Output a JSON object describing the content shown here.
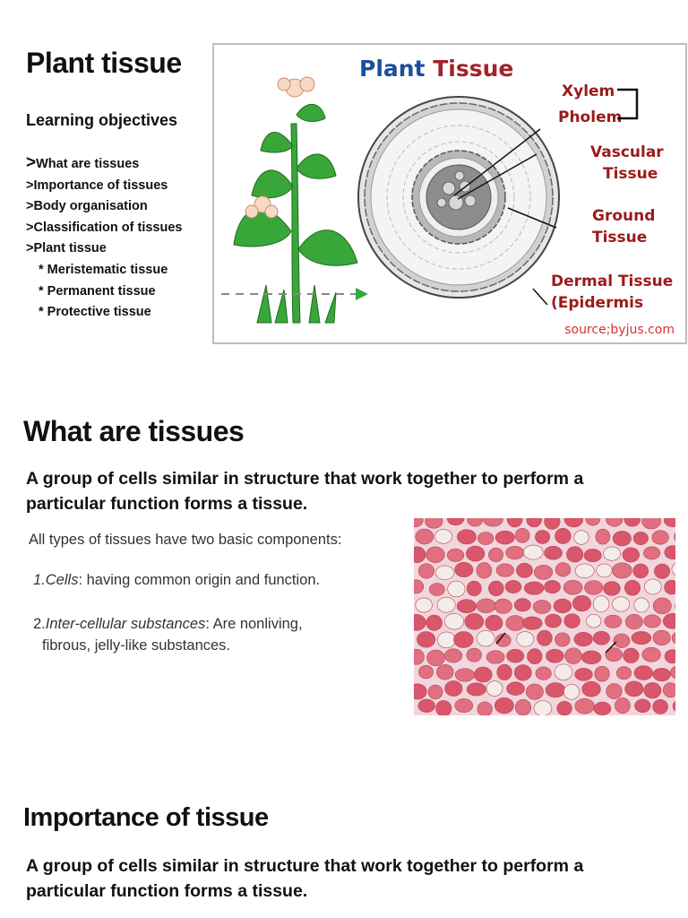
{
  "section1": {
    "title": "Plant tissue",
    "objectives_heading": "Learning objectives",
    "objectives": [
      {
        "prefix": ">",
        "text": "What are tissues"
      },
      {
        "prefix": "",
        "text": ">Importance of tissues"
      },
      {
        "prefix": "",
        "text": ">Body organisation"
      },
      {
        "prefix": "",
        "text": ">Classification of tissues"
      },
      {
        "prefix": "",
        "text": ">Plant tissue"
      },
      {
        "prefix": "",
        "text": "* Meristematic tissue"
      },
      {
        "prefix": "",
        "text": "* Permanent tissue"
      },
      {
        "prefix": "",
        "text": "* Protective tissue"
      }
    ]
  },
  "diagram": {
    "title_part1": "Plant",
    "title_part2": "Tissue",
    "labels": {
      "xylem": "Xylem",
      "pholem": "Pholem",
      "vascular_line1": "Vascular",
      "vascular_line2": "Tissue",
      "ground_line1": "Ground",
      "ground_line2": "Tissue",
      "dermal_line1": "Dermal Tissue",
      "dermal_line2": "(Epidermis"
    },
    "source": "source;byjus.com",
    "colors": {
      "title_blue": "#1b4f9c",
      "title_red": "#a3222a",
      "label_red": "#9b1b1b",
      "source_red": "#d8322f"
    }
  },
  "section2": {
    "title": "What are tissues",
    "lead": "A group of cells similar in structure that work together to perform a particular function forms a tissue.",
    "components_intro": "All types of tissues have two basic components:",
    "item1_num": "1.",
    "item1_term": "Cells",
    "item1_rest": ": having common origin and function.",
    "item2_num": "2.",
    "item2_term": "Inter-cellular substances",
    "item2_rest": ": Are nonliving,",
    "item2_line2": "fibrous, jelly-like substances."
  },
  "section3": {
    "title": "Importance of tissue",
    "lead": "A group of cells similar in structure that work together to perform a particular function forms a tissue."
  }
}
